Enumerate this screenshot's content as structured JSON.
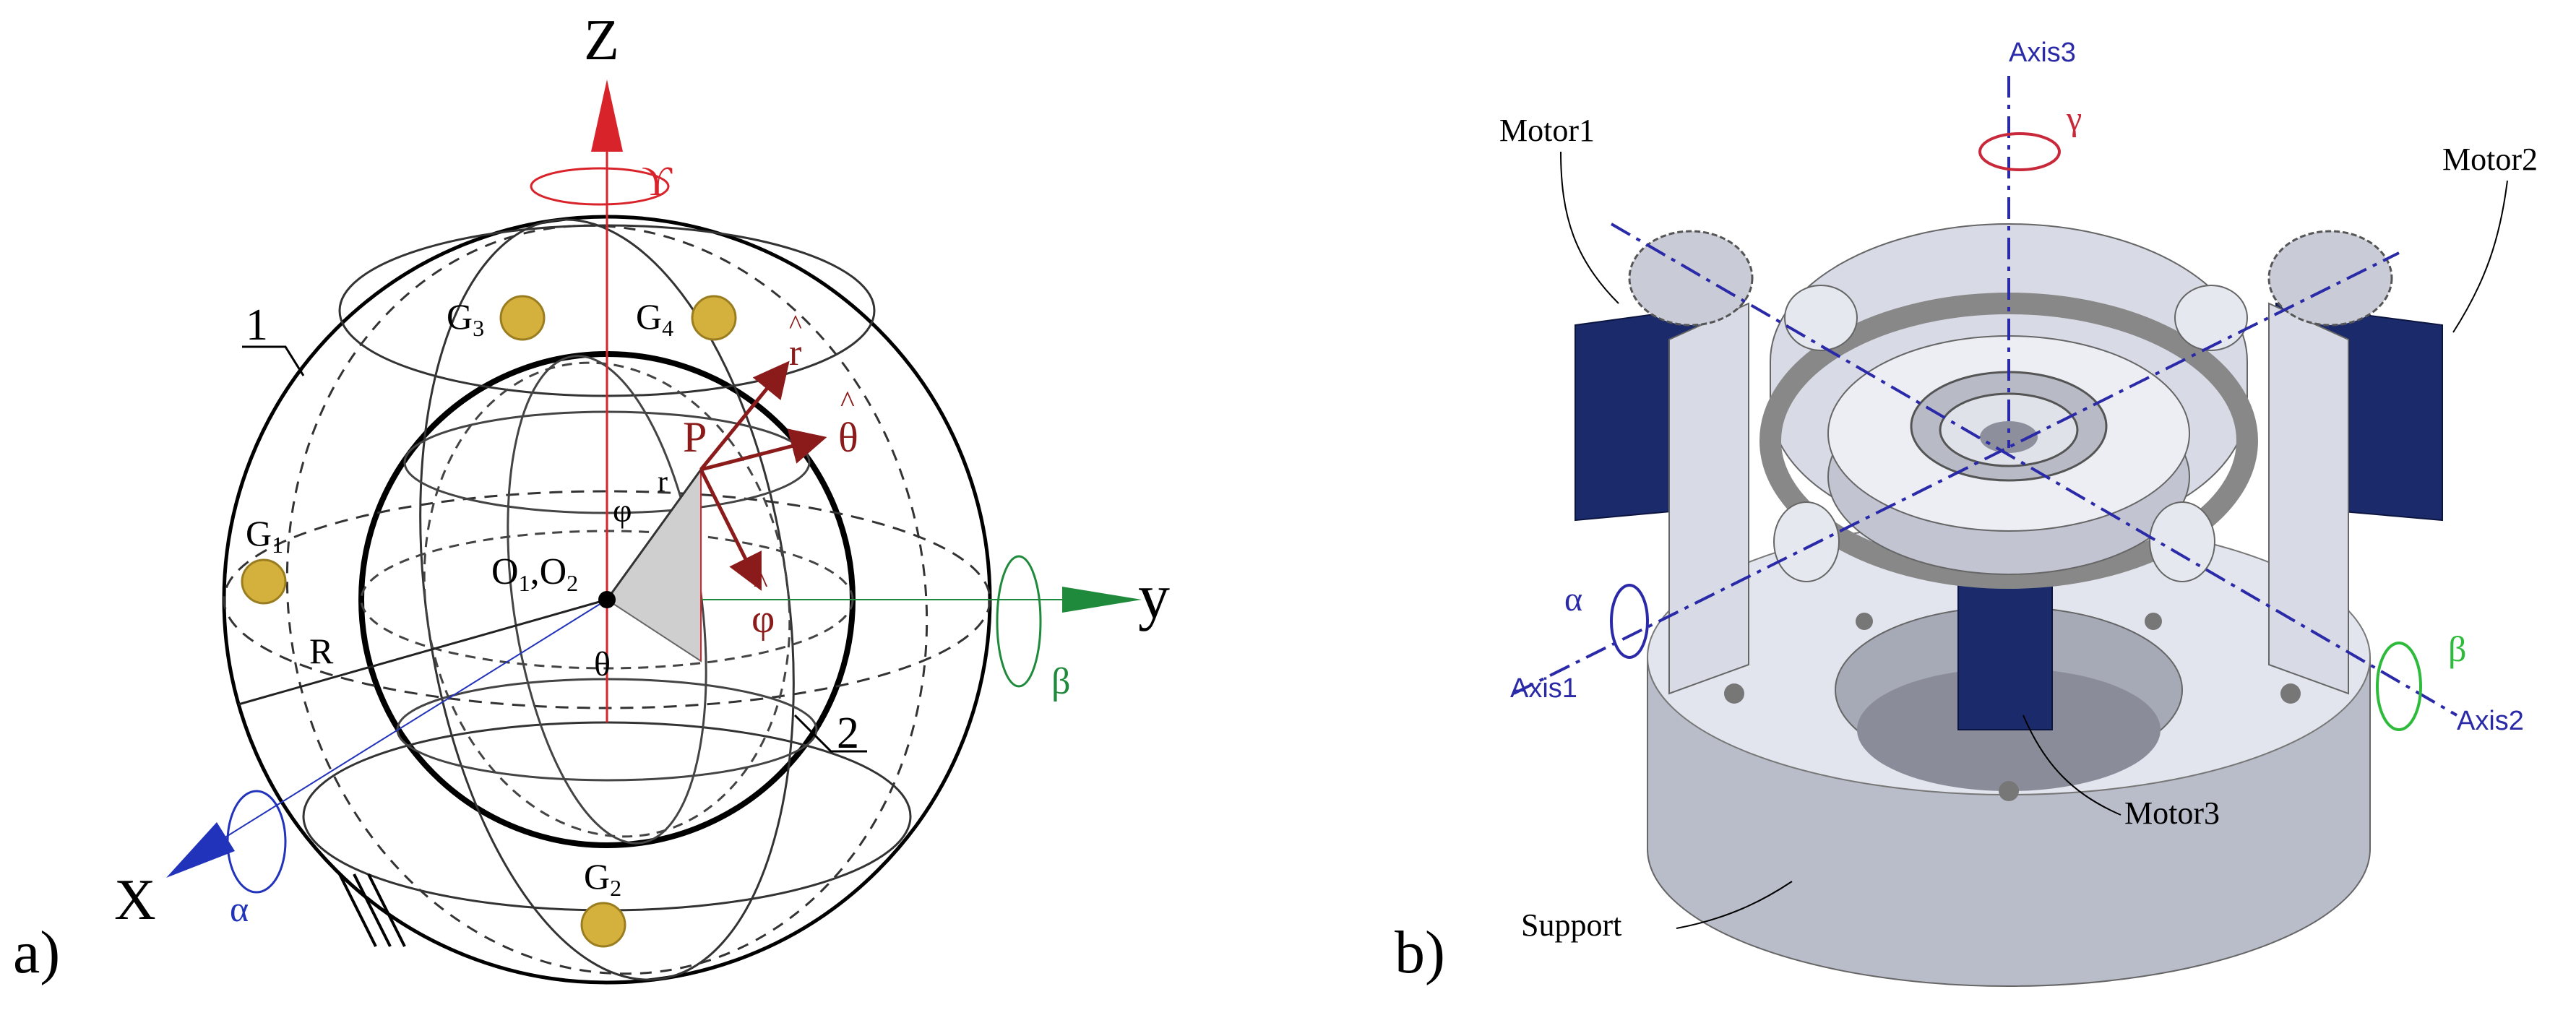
{
  "figure": {
    "panels": [
      {
        "id": "a",
        "label": "a)"
      },
      {
        "id": "b",
        "label": "b)"
      }
    ]
  },
  "panel_a": {
    "axes": {
      "z": "Z",
      "y": "y",
      "x": "X"
    },
    "rotations": {
      "z": "ϒ",
      "y": "β",
      "x": "α"
    },
    "callouts": {
      "outer_sphere": "1",
      "inner_sphere": "2",
      "outer_radius": "R",
      "inner_radius": "r"
    },
    "point": "P",
    "centers": "O",
    "angles": {
      "polar": "φ",
      "azimuth": "θ"
    },
    "unit_vectors": {
      "r": "r",
      "theta": "θ",
      "phi": "φ"
    },
    "points": [
      "G",
      "G",
      "G",
      "G"
    ],
    "point_subscripts": [
      "1",
      "2",
      "3",
      "4"
    ],
    "colors": {
      "z_axis": "#d9232a",
      "y_axis": "#1f8a3b",
      "x_axis": "#2233bb",
      "vectors": "#8b1a1a",
      "g_points": "#d4b13c"
    }
  },
  "panel_b": {
    "labels": {
      "motor1": "Motor1",
      "motor2": "Motor2",
      "motor3": "Motor3",
      "support": "Support"
    },
    "axes": {
      "axis1": "Axis1",
      "axis2": "Axis2",
      "axis3": "Axis3"
    },
    "rotations": {
      "alpha": "α",
      "beta": "β",
      "gamma": "γ"
    },
    "colors": {
      "axes": "#2a2aa8",
      "gamma": "#c8283a",
      "beta": "#2ebb3c",
      "motor": "#1b2a6b",
      "metal": "#d8dbe6"
    }
  }
}
